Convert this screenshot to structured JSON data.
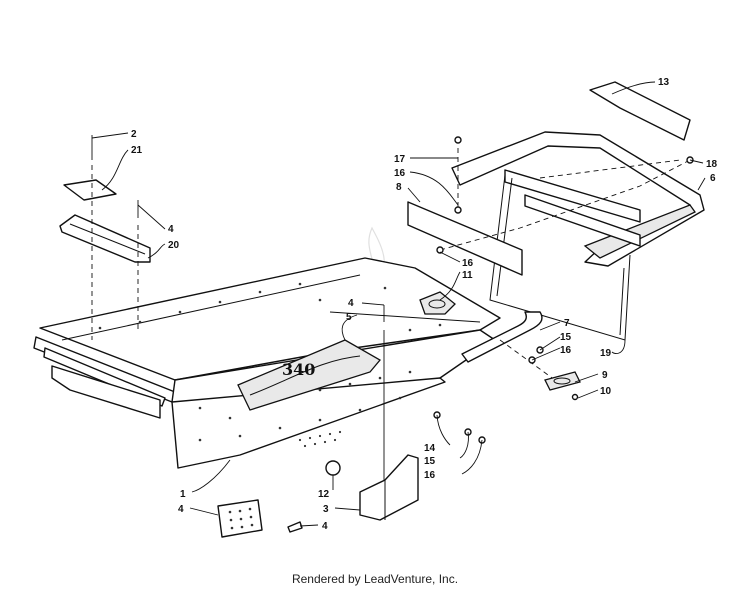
{
  "diagram": {
    "callouts": [
      "1",
      "2",
      "3",
      "4",
      "4",
      "4",
      "4",
      "5",
      "6",
      "7",
      "8",
      "9",
      "10",
      "11",
      "12",
      "13",
      "14",
      "15",
      "15",
      "16",
      "16",
      "16",
      "16",
      "17",
      "18",
      "19",
      "20",
      "21"
    ],
    "logo_text": "340"
  },
  "caption": "Rendered by LeadVenture, Inc."
}
